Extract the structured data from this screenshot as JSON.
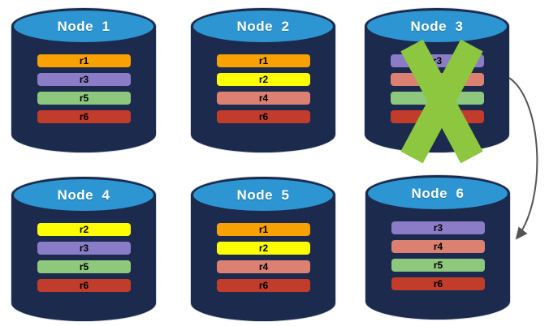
{
  "diagram": {
    "background": "#ffffff",
    "cylinder_body_color": "#1B2A4D",
    "cylinder_top_color": "#2D96D2",
    "title_text_color": "#ffffff",
    "record_text_color": "#000000"
  },
  "nodes": [
    {
      "title": "Node  1",
      "failed": false,
      "records": [
        {
          "label": "r1",
          "color": "#F7A102"
        },
        {
          "label": "r3",
          "color": "#8A7CC6"
        },
        {
          "label": "r5",
          "color": "#8EC87D"
        },
        {
          "label": "r6",
          "color": "#C23C2B"
        }
      ]
    },
    {
      "title": "Node  2",
      "failed": false,
      "records": [
        {
          "label": "r1",
          "color": "#F7A102"
        },
        {
          "label": "r2",
          "color": "#FFFF00"
        },
        {
          "label": "r4",
          "color": "#DC8172"
        },
        {
          "label": "r6",
          "color": "#C23C2B"
        }
      ]
    },
    {
      "title": "Node  3",
      "failed": true,
      "records": [
        {
          "label": "r3",
          "color": "#8A7CC6"
        },
        {
          "label": "r4",
          "color": "#DC8172"
        },
        {
          "label": "r5",
          "color": "#8EC87D"
        },
        {
          "label": "r6",
          "color": "#C23C2B"
        }
      ]
    },
    {
      "title": "Node  4",
      "failed": false,
      "records": [
        {
          "label": "r2",
          "color": "#FFFF00"
        },
        {
          "label": "r3",
          "color": "#8A7CC6"
        },
        {
          "label": "r5",
          "color": "#8EC87D"
        },
        {
          "label": "r6",
          "color": "#C23C2B"
        }
      ]
    },
    {
      "title": "Node  5",
      "failed": false,
      "records": [
        {
          "label": "r1",
          "color": "#F7A102"
        },
        {
          "label": "r2",
          "color": "#FFFF00"
        },
        {
          "label": "r4",
          "color": "#DC8172"
        },
        {
          "label": "r6",
          "color": "#C23C2B"
        }
      ]
    },
    {
      "title": "Node  6",
      "failed": false,
      "records": [
        {
          "label": "r3",
          "color": "#8A7CC6"
        },
        {
          "label": "r4",
          "color": "#DC8172"
        },
        {
          "label": "r5",
          "color": "#8EC87D"
        },
        {
          "label": "r6",
          "color": "#C23C2B"
        }
      ]
    }
  ],
  "failure_mark": {
    "shape": "x-mark",
    "on_node": "Node 3",
    "color": "#8DC63F"
  },
  "arrow": {
    "from_node": "Node 3",
    "to_node": "Node 6",
    "color": "#545454"
  }
}
